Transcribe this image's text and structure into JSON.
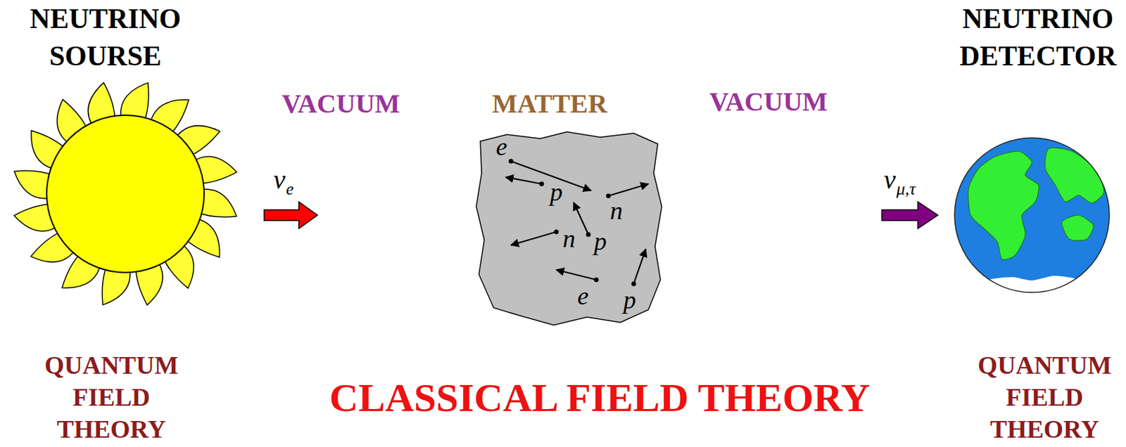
{
  "diagram": {
    "nodes": [
      {
        "text": [
          "NEUTRINO SOURSE",
          "QUANTUM FIELD THEORY"
        ]
      },
      {
        "text": [
          "MATTER",
          "e",
          "p",
          "n",
          "n",
          "p",
          "e",
          "p"
        ]
      },
      {
        "text": [
          "NEUTRINO DETECTOR",
          "QUANTUM FIELD THEORY"
        ]
      }
    ],
    "labels": [
      "VACUUM",
      "ν",
      "e",
      "VACUUM",
      "ν",
      "μ,τ",
      "CLASSICAL FIELD THEORY"
    ]
  }
}
